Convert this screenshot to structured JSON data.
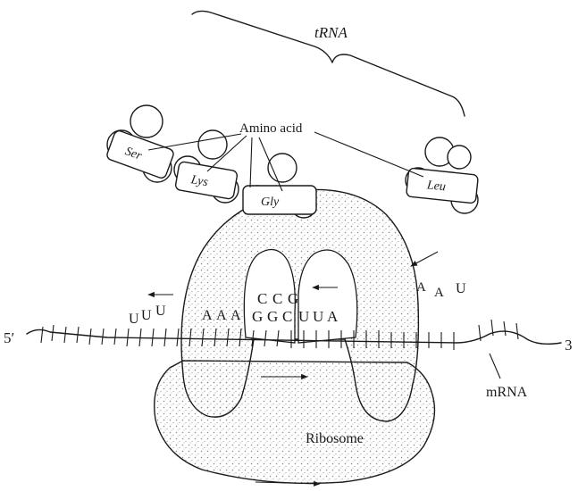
{
  "labels": {
    "trna": "tRNA",
    "amino_acid": "Amino acid",
    "five_prime": "5′",
    "three_prime": "3",
    "mrna": "mRNA",
    "ribosome": "Ribosome",
    "aa_ser": "Ser",
    "aa_lys": "Lys",
    "aa_gly": "Gly",
    "aa_leu": "Leu"
  },
  "bases": {
    "left_uuu": [
      "U",
      "U",
      "U"
    ],
    "left_aaa": [
      "A",
      "A",
      "A"
    ],
    "anticodon": [
      "C",
      "C",
      "G"
    ],
    "codon": [
      "G",
      "G",
      "C"
    ],
    "after_codon": [
      "U",
      "U",
      "A"
    ],
    "exiting": [
      "A",
      "A",
      "U"
    ]
  },
  "colors": {
    "ink": "#1a1a1a",
    "stipple": "#8a8a8a",
    "background": "#ffffff"
  }
}
